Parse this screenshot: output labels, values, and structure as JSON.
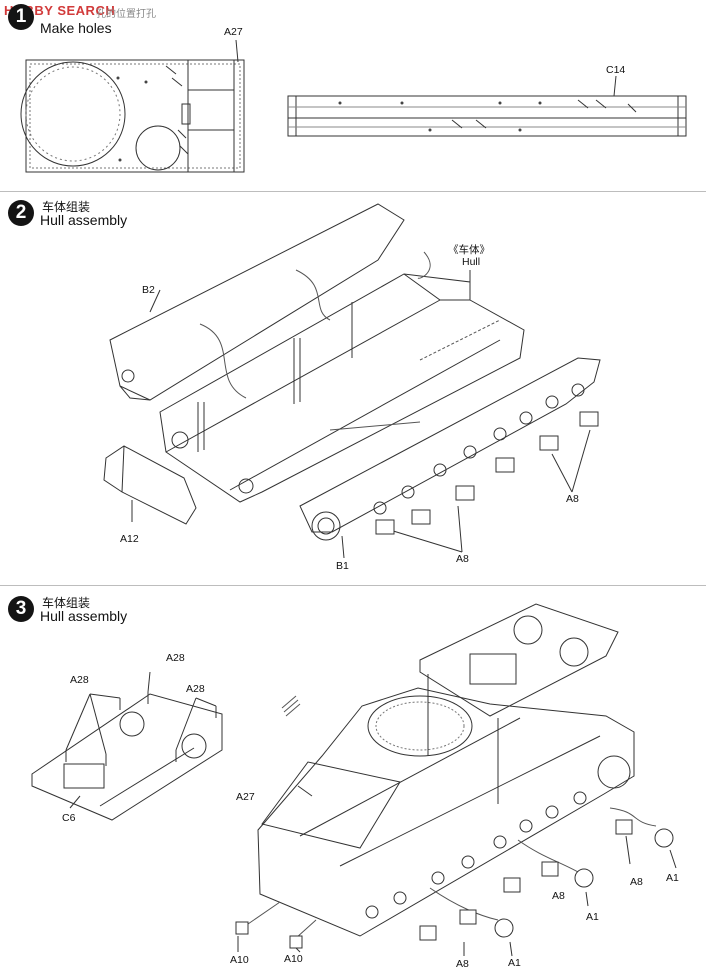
{
  "watermark": {
    "brand": "HOBBY SEARCH",
    "cn": "孔的位置打孔"
  },
  "steps": [
    {
      "number": "1",
      "title_cn": "",
      "title_en": "Make holes"
    },
    {
      "number": "2",
      "title_cn": "车体组装",
      "title_en": "Hull assembly"
    },
    {
      "number": "3",
      "title_cn": "车体组装",
      "title_en": "Hull assembly"
    }
  ],
  "parts": {
    "s1": {
      "a27": "A27",
      "c14": "C14"
    },
    "s2": {
      "hull_cn": "《车体》",
      "hull_en": "Hull",
      "b2": "B2",
      "a12": "A12",
      "b1": "B1",
      "a8_upper": "A8",
      "a8_lower": "A8"
    },
    "s3": {
      "a28_top": "A28",
      "a28_left": "A28",
      "a28_right": "A28",
      "c6": "C6",
      "a27": "A27",
      "a8_1": "A8",
      "a8_2": "A8",
      "a8_3": "A8",
      "a1_1": "A1",
      "a1_2": "A1",
      "a1_3": "A1",
      "a10_1": "A10",
      "a10_2": "A10"
    }
  }
}
